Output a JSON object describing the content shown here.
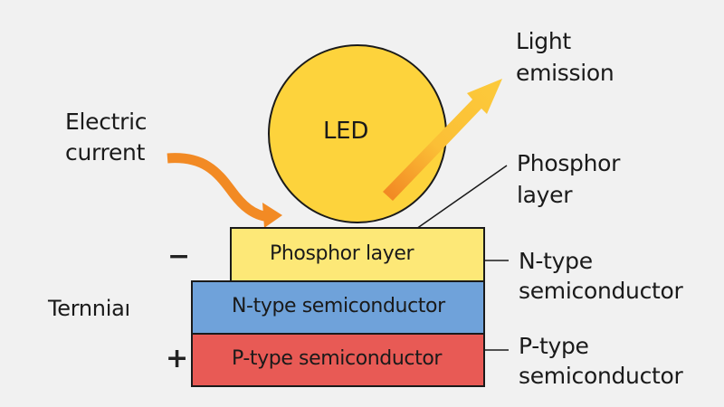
{
  "colors": {
    "background": "#f1f1f1",
    "led_fill": "#fdd33c",
    "phosphor_fill": "#fde877",
    "n_type_fill": "#6fa2da",
    "p_type_fill": "#e85a55",
    "current_arrow": "#f28a24",
    "light_arrow": "#fcc93a",
    "outline": "#1a1a1a"
  },
  "led": {
    "label": "LED"
  },
  "labels": {
    "electric_current": [
      "Electric",
      "current"
    ],
    "light_emission": [
      "Light",
      "emission"
    ],
    "phosphor_callout": [
      "Phosphor",
      "layer"
    ],
    "n_type_callout": [
      "N-type",
      "semiconductor"
    ],
    "p_type_callout": [
      "P-type",
      "semiconductor"
    ],
    "terminal": "Ternniaı"
  },
  "layers": {
    "phosphor": "Phosphor layer",
    "n_type": "N-type semiconductor",
    "p_type": "P-type semiconductor"
  },
  "terminals": {
    "negative": "−",
    "positive": "+"
  }
}
